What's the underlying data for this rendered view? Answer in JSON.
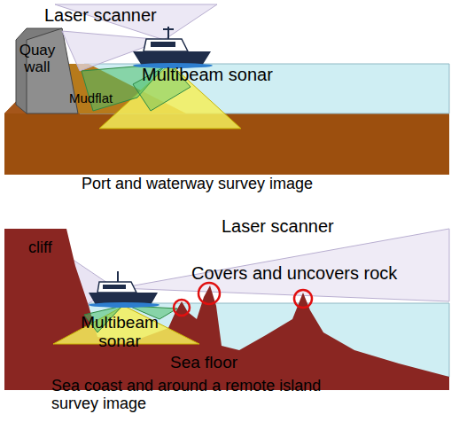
{
  "diagram": {
    "labels": [
      "Laser scanner",
      "Quay wall",
      "Mudflat",
      "Multibeam sonar",
      "Port and waterway survey image",
      "cliff",
      "Laser scanner",
      "Covers and uncovers rock",
      "Multibeam sonar",
      "Sea floor",
      "Sea coast and around a remote island survey image"
    ]
  }
}
